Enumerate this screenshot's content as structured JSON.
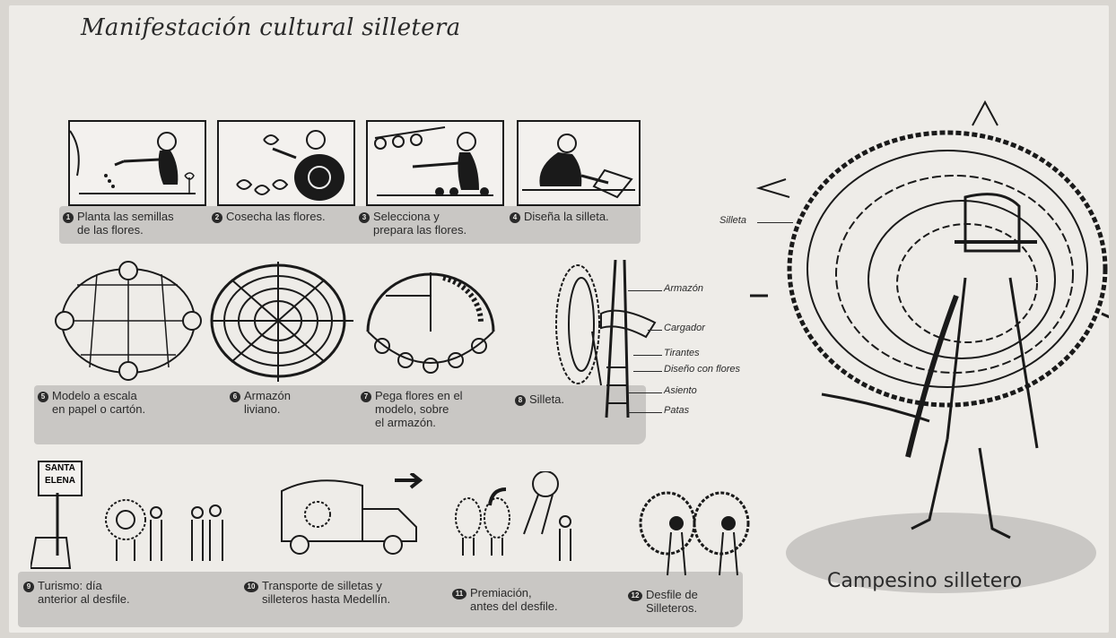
{
  "title": "Manifestación cultural silletera",
  "steps": [
    {
      "n": "1",
      "text_lines": [
        "Planta las semillas",
        "de las flores."
      ]
    },
    {
      "n": "2",
      "text_lines": [
        "Cosecha las flores."
      ]
    },
    {
      "n": "3",
      "text_lines": [
        "Selecciona y",
        "prepara las flores."
      ]
    },
    {
      "n": "4",
      "text_lines": [
        "Diseña la silleta."
      ]
    },
    {
      "n": "5",
      "text_lines": [
        "Modelo a escala",
        "en papel o cartón."
      ]
    },
    {
      "n": "6",
      "text_lines": [
        "Armazón",
        "liviano."
      ]
    },
    {
      "n": "7",
      "text_lines": [
        "Pega flores en el",
        "modelo, sobre",
        "el armazón."
      ]
    },
    {
      "n": "8",
      "text_lines": [
        "Silleta."
      ]
    },
    {
      "n": "9",
      "text_lines": [
        "Turismo: día",
        "anterior al desfile."
      ]
    },
    {
      "n": "10",
      "text_lines": [
        "Transporte de silletas y",
        "silleteros hasta Medellín."
      ]
    },
    {
      "n": "11",
      "text_lines": [
        "Premiación,",
        "antes del desfile."
      ]
    },
    {
      "n": "12",
      "text_lines": [
        "Desfile de",
        "Silleteros."
      ]
    }
  ],
  "silleta_parts": [
    "Armazón",
    "Cargador",
    "Tirantes",
    "Diseño con flores",
    "Asiento",
    "Patas"
  ],
  "sign_text": [
    "SANTA",
    "ELENA"
  ],
  "figure_label": "Silleta",
  "figure_caption": "Campesino silletero",
  "colors": {
    "paper": "#eeece8",
    "band": "#c9c7c4",
    "ink": "#1a1a1a"
  }
}
